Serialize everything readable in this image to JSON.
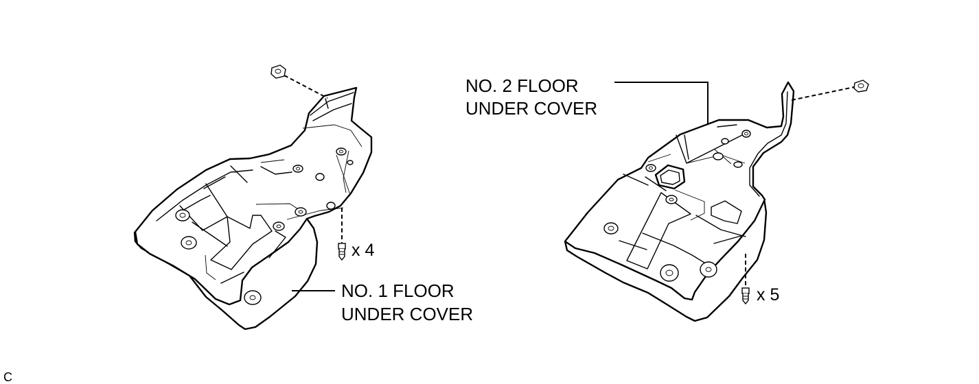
{
  "labels": {
    "cover1_line1": "NO. 1 FLOOR",
    "cover1_line2": "UNDER COVER",
    "cover2_line1": "NO. 2 FLOOR",
    "cover2_line2": "UNDER COVER"
  },
  "quantities": {
    "cover1_bolts": "x 4",
    "cover2_bolts": "x 5"
  },
  "figure_code": "C"
}
